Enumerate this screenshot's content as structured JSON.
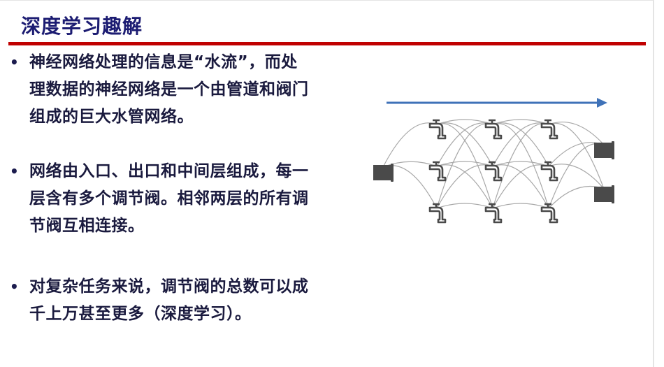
{
  "slide": {
    "title": "深度学习趣解",
    "bullets": [
      {
        "lines": [
          "神经网络处理的信息是“水流”，而处",
          "理数据的神经网络是一个由管道和阀门",
          "组成的巨大水管网络。"
        ]
      },
      {
        "lines": [
          "网络由入口、出口和中间层组成，每一",
          "层含有多个调节阀。相邻两层的所有调",
          "节阀互相连接。"
        ]
      },
      {
        "lines": [
          "对复杂任务来说，调节阀的总数可以成",
          "千上万甚至更多（深度学习）。"
        ]
      }
    ],
    "bullet_symbol": "•"
  },
  "diagram": {
    "arrow_color": "#3f72b8",
    "line_color": "#a8a8a8",
    "icon_color": "#4a4a4a",
    "inputs": 1,
    "hidden_layers": 3,
    "valves_per_layer": 3,
    "outputs": 2
  }
}
